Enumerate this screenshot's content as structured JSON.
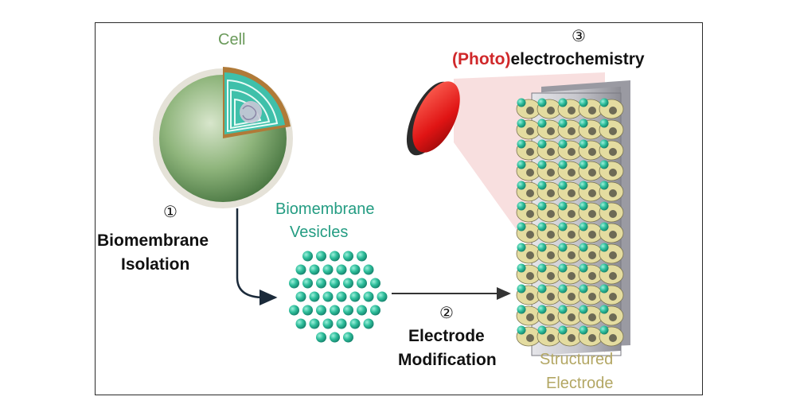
{
  "labels": {
    "cell": "Cell",
    "step1_num": "①",
    "step1_line1": "Biomembrane",
    "step1_line2": "Isolation",
    "vesicles_line1": "Biomembrane",
    "vesicles_line2": "Vesicles",
    "step2_num": "②",
    "step2_line1": "Electrode",
    "step2_line2": "Modification",
    "step3_num": "③",
    "step3_prefix": "(Photo)",
    "step3_suffix": "electrochemistry",
    "electrode_line1": "Structured",
    "electrode_line2": "Electrode"
  },
  "colors": {
    "vesicle": "#2fbf9c",
    "electrode_text": "#b3a764",
    "cell_text": "#6a9a5a",
    "photo_text": "#d0282a",
    "light_source": "#e02020"
  }
}
